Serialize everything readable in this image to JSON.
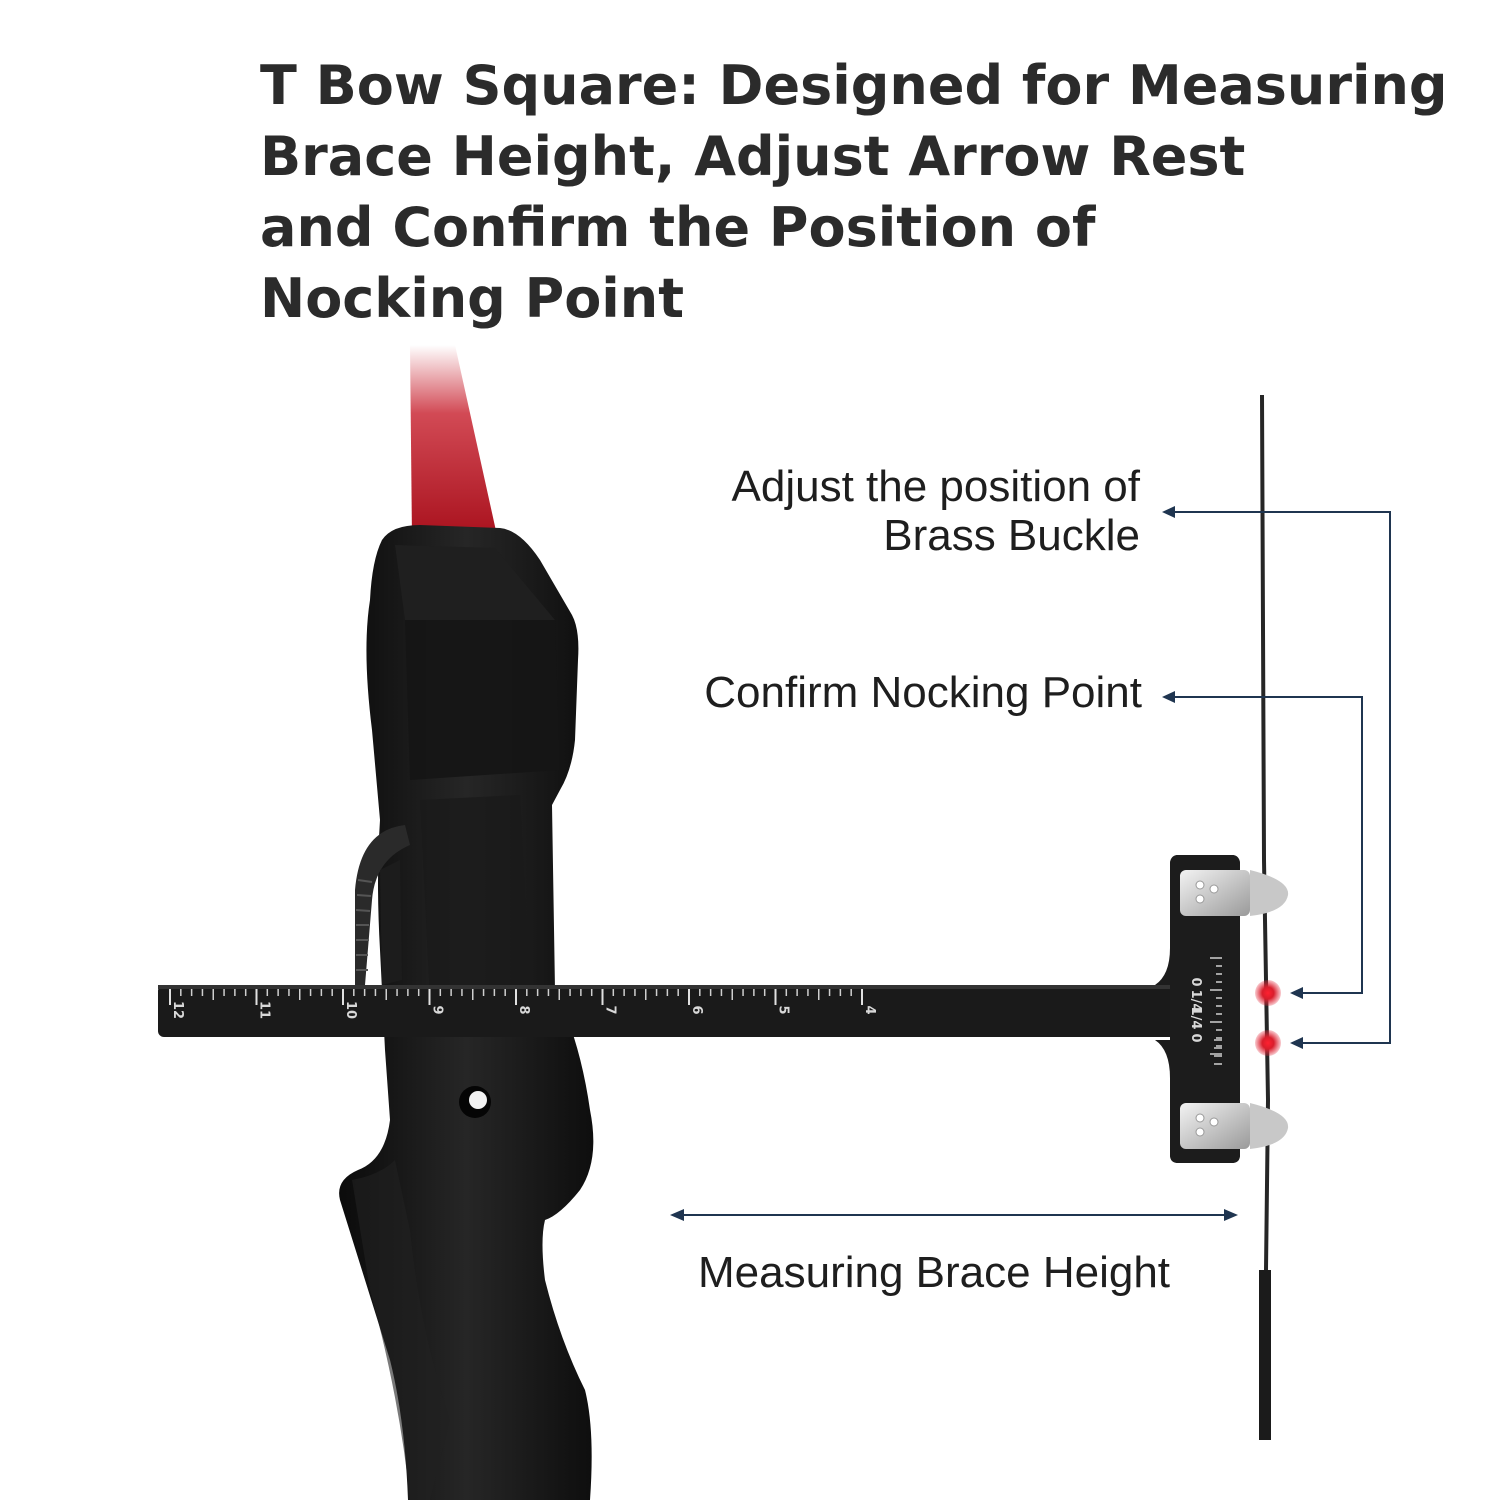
{
  "headline": {
    "line1": "T Bow Square: Designed for Measuring",
    "line2": "Brace Height, Adjust Arrow Rest",
    "line3": "and Confirm the Position of",
    "line4": "Nocking Point"
  },
  "callouts": {
    "brass_buckle": {
      "line1": "Adjust the position of",
      "line2": "Brass Buckle"
    },
    "nocking_point": "Confirm Nocking Point",
    "brace_height": "Measuring Brace Height"
  },
  "ruler": {
    "inch_labels": [
      "12",
      "11",
      "10",
      "9",
      "8",
      "7",
      "6",
      "5",
      "4"
    ],
    "cross_labels": [
      "0",
      "1/4",
      "1/4",
      "0"
    ]
  },
  "colors": {
    "headline": "#2b2b2b",
    "bow_riser": "#141414",
    "bow_limb": "#c0202c",
    "tool": "#1a1a1a",
    "arrows": "#1f3550",
    "marker": "#e3293b"
  }
}
